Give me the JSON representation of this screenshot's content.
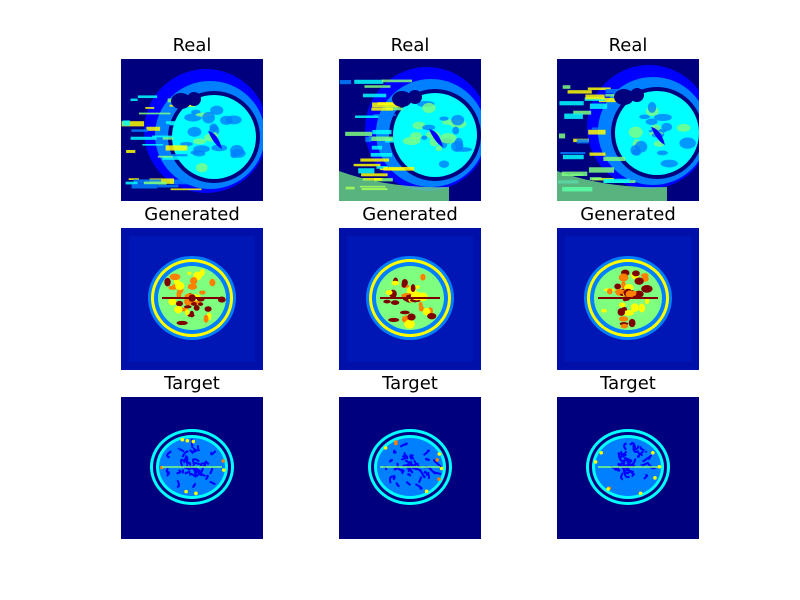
{
  "figure": {
    "rows": [
      {
        "title": "Real",
        "kind": "real"
      },
      {
        "title": "Generated",
        "kind": "generated"
      },
      {
        "title": "Target",
        "kind": "target"
      }
    ],
    "columns": 3,
    "colormap": {
      "background": "#00007f",
      "low": "#0000ff",
      "mid_low": "#007fff",
      "mid": "#00ffff",
      "mid_high": "#7fff7f",
      "high": "#ffff00",
      "very_high": "#ff7f00",
      "max": "#7f0000"
    }
  }
}
